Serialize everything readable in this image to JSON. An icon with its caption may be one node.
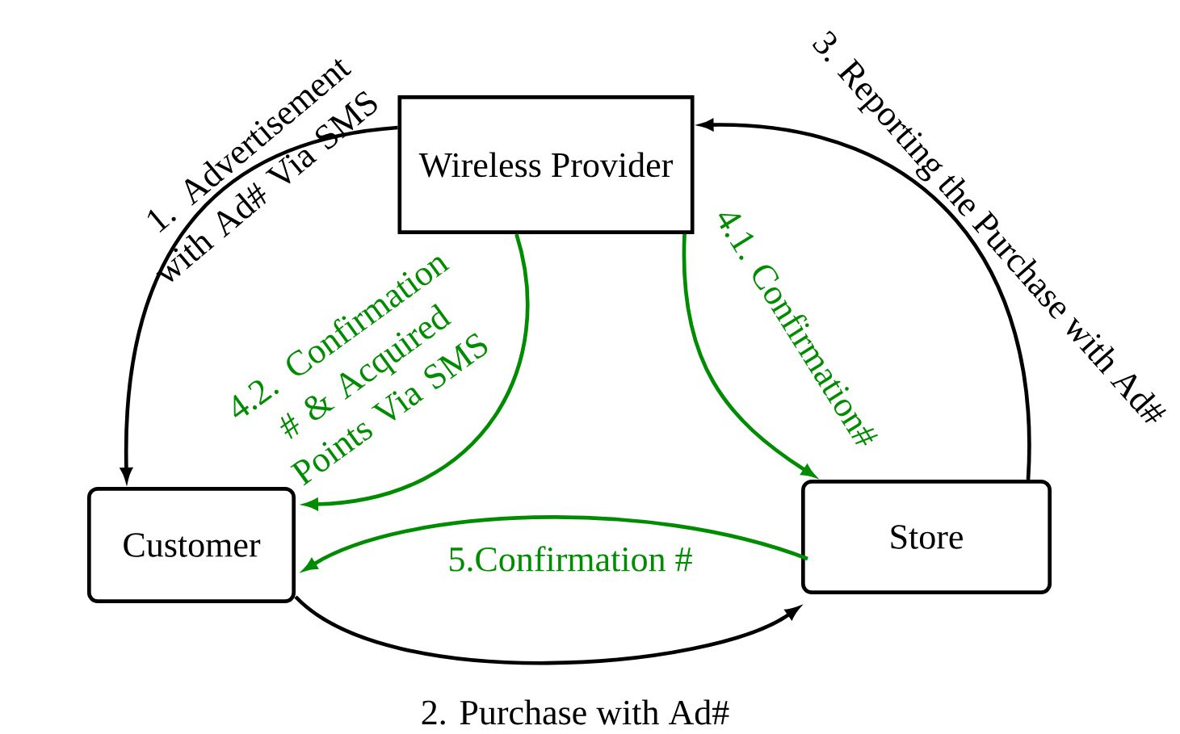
{
  "diagram": {
    "nodes": [
      {
        "text": [
          "Wireless Provider"
        ]
      },
      {
        "text": [
          "Customer"
        ]
      },
      {
        "text": [
          "Store"
        ]
      }
    ],
    "edges": [
      {
        "from": 0,
        "to": 1,
        "arrow": "to",
        "label": "1. Advertisement with Ad# Via SMS"
      },
      {
        "from": 1,
        "to": 2,
        "arrow": "to",
        "label": "2. Purchase with Ad#"
      },
      {
        "from": 2,
        "to": 0,
        "arrow": "to",
        "label": "3. Reporting the Purchase with Ad#"
      },
      {
        "from": 0,
        "to": 2,
        "arrow": "to",
        "label": "4.1. Confirmation#",
        "color": "#008c00"
      },
      {
        "from": 0,
        "to": 1,
        "arrow": "to",
        "label": "4.2. Confirmation # & Acquired Points Via SMS",
        "color": "#008c00"
      },
      {
        "from": 2,
        "to": 1,
        "arrow": "to",
        "label": "5.Confirmation #",
        "color": "#008c00"
      }
    ]
  }
}
